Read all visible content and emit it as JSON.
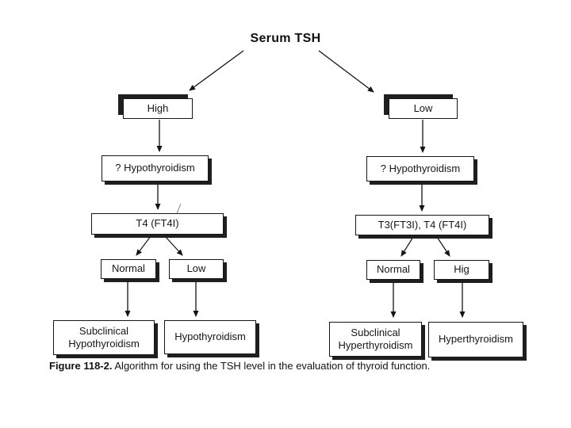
{
  "figure": {
    "title": "Serum TSH",
    "nodes": {
      "high": {
        "label": "High"
      },
      "low_top": {
        "label": "Low"
      },
      "query_hypo_left": {
        "label": "? Hypothyroidism"
      },
      "query_hypo_right": {
        "label": "? Hypothyroidism"
      },
      "t4": {
        "label": "T4 (FT4I)"
      },
      "t3_t4": {
        "label": "T3(FT3I), T4 (FT4I)"
      },
      "normal_left": {
        "label": "Normal"
      },
      "low_left": {
        "label": "Low"
      },
      "normal_right": {
        "label": "Normal"
      },
      "hig": {
        "label": "Hig"
      },
      "subclinical_hypothyroidism": {
        "label": "Subclinical Hypothyroidism"
      },
      "hypothyroidism": {
        "label": "Hypothyroidism"
      },
      "subclinical_hyperthyroidism": {
        "label": "Subclinical Hyperthyroidism"
      },
      "hyperthyroidism": {
        "label": "Hyperthyroidism"
      }
    },
    "caption": {
      "label_bold": "Figure 118-2.",
      "text": " Algorithm for using the TSH level in the evaluation of thyroid function."
    },
    "colors": {
      "ink": "#161616",
      "paper": "#ffffff",
      "shadow": "#1f1f1f"
    }
  }
}
